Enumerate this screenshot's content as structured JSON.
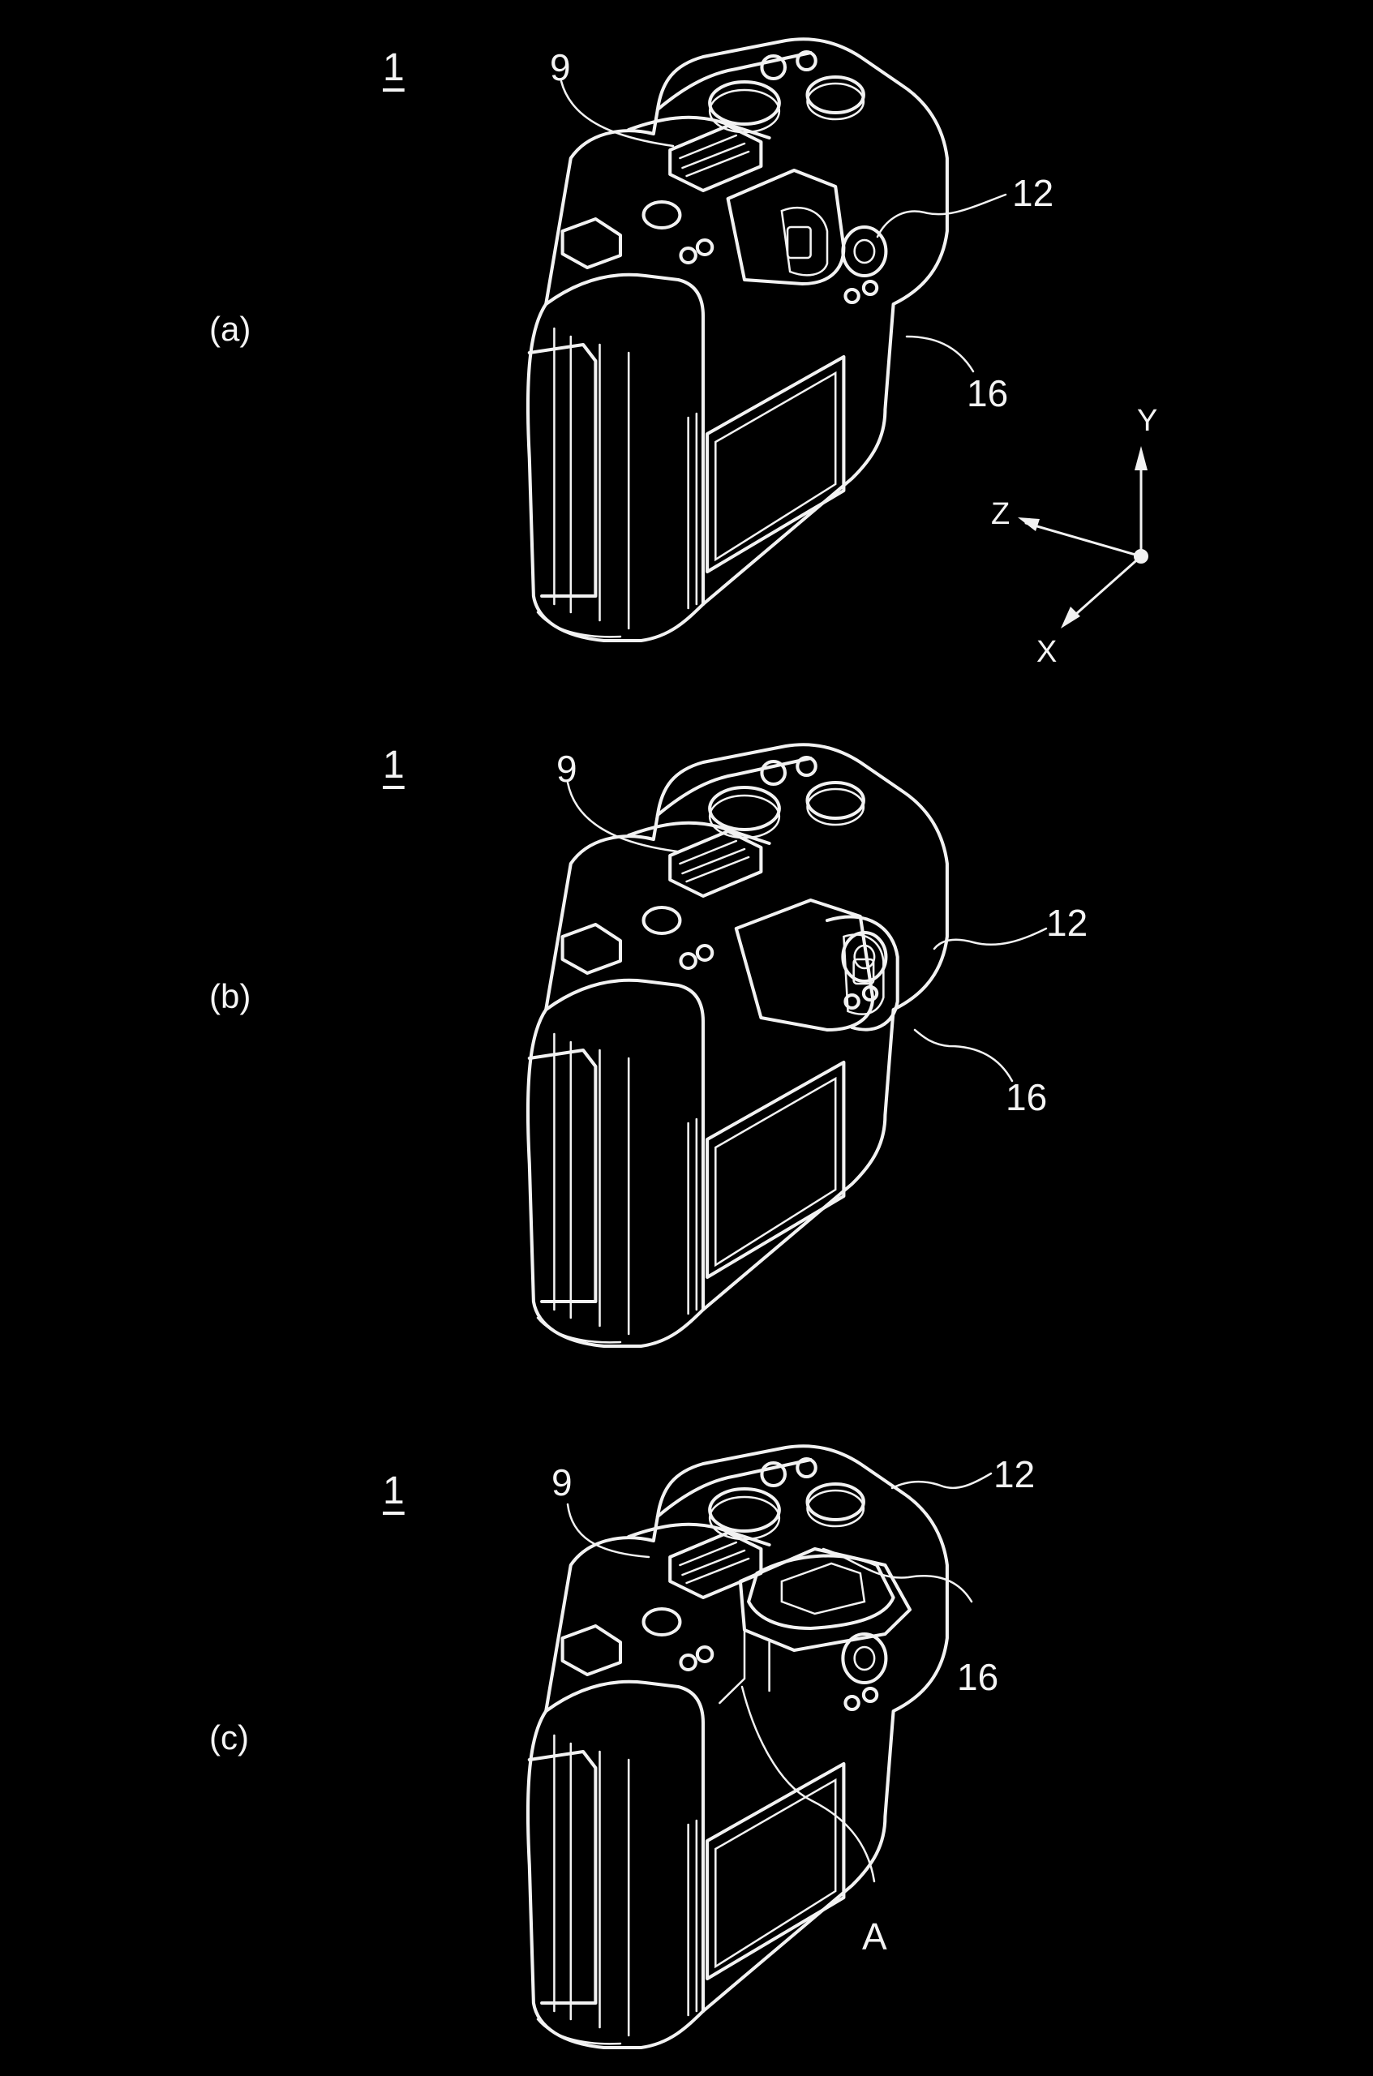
{
  "figure": {
    "background": "#000000",
    "line_color": "#f2f2f2",
    "description": "Patent drawing: rear perspective view of a camera body in three eyepiece states",
    "panels": [
      {
        "tag": "(a)",
        "figure_ref": "1",
        "refs": {
          "hot_shoe": "9",
          "eyecup": "12",
          "eyepiece": "16"
        },
        "state": "eyecup retracted"
      },
      {
        "tag": "(b)",
        "figure_ref": "1",
        "refs": {
          "hot_shoe": "9",
          "eyecup": "12",
          "eyepiece": "16"
        },
        "state": "eyecup extended rearward"
      },
      {
        "tag": "(c)",
        "figure_ref": "1",
        "refs": {
          "hot_shoe": "9",
          "eyecup": "12",
          "eyepiece": "16",
          "detail": "A"
        },
        "state": "eyepiece tilted upward"
      }
    ],
    "axes": {
      "y_label": "Y",
      "z_label": "Z",
      "x_label": "X",
      "icon": "xyz-axis-triad-icon"
    }
  }
}
